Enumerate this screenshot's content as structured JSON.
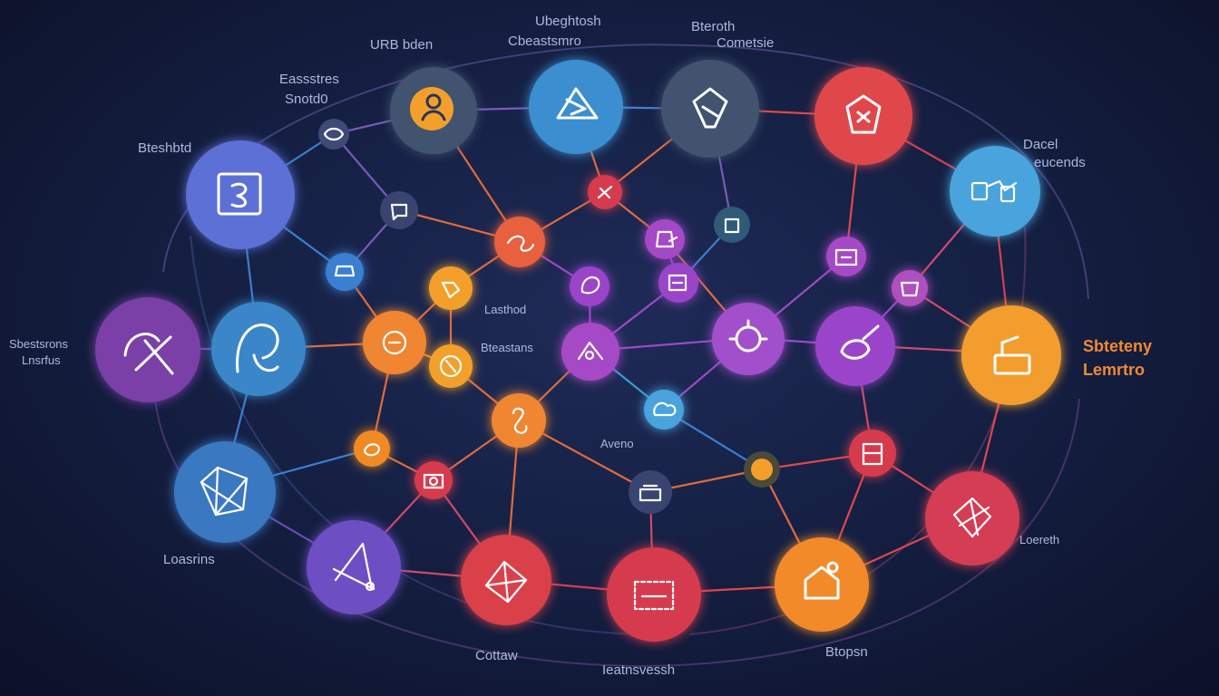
{
  "diagram": {
    "labels": {
      "top_center_left": "Ubeghtosh",
      "top_center_left_2": "Cbeastsmro",
      "top_center_right": "Bteroth",
      "top_center_right_2": "Cometsie",
      "top_left": "URB bden",
      "upper_left_1": "Eassstres",
      "upper_left_2": "Snotd0",
      "left_upper": "Bteshbtd",
      "left_mid_1": "Sbestsrons",
      "left_mid_2": "Lnsrfus",
      "right_upper_1": "Dacel",
      "right_upper_2": "eucends",
      "right_mid_1": "Sbteteny",
      "right_mid_2": "Lemrtro",
      "center_1": "Lasthod",
      "center_2": "Bteastans",
      "center_3": "Aveno",
      "lower_left": "Loasrins",
      "lower_right": "Loereth",
      "bottom_1": "Cottaw",
      "bottom_2": "Ieatnsvessh",
      "bottom_3": "Btopsn"
    },
    "nodes": [
      {
        "id": "n1",
        "color": "#5b6fd6",
        "icon": "face-square-icon"
      },
      {
        "id": "n2",
        "color": "#7a3fa8",
        "icon": "arrow-swap-icon"
      },
      {
        "id": "n3",
        "color": "#3b86c9",
        "icon": "head-outline-icon"
      },
      {
        "id": "n4",
        "color": "#3a78c2",
        "icon": "network-web-icon"
      },
      {
        "id": "n5",
        "color": "#6d4fc3",
        "icon": "graph-box-icon"
      },
      {
        "id": "n6",
        "color": "#f08a24",
        "icon": "profile-icon"
      },
      {
        "id": "n7",
        "color": "#4a9ad4",
        "icon": "lightning-icon"
      },
      {
        "id": "n8",
        "color": "#425370",
        "icon": "lamp-icon"
      },
      {
        "id": "n9",
        "color": "#e0474c",
        "icon": "building-icon"
      },
      {
        "id": "n10",
        "color": "#4aa3dc",
        "icon": "bike-icon"
      },
      {
        "id": "n11",
        "color": "#f39d2e",
        "icon": "briefcase-icon"
      },
      {
        "id": "n12",
        "color": "#d43e52",
        "icon": "compass-icon"
      },
      {
        "id": "n13",
        "color": "#f28a2b",
        "icon": "home-icon"
      },
      {
        "id": "n14",
        "color": "#d63b4e",
        "icon": "message-icon"
      },
      {
        "id": "n15",
        "color": "#d9404a",
        "icon": "molecule-icon"
      },
      {
        "id": "n16",
        "color": "#a24fcb",
        "icon": "gear-icon"
      },
      {
        "id": "n17",
        "color": "#9a45c9",
        "icon": "map-icon"
      },
      {
        "id": "n18",
        "color": "#f08632",
        "icon": "badge-icon"
      },
      {
        "id": "n19",
        "color": "#a548c6",
        "icon": "chart-icon"
      }
    ]
  }
}
